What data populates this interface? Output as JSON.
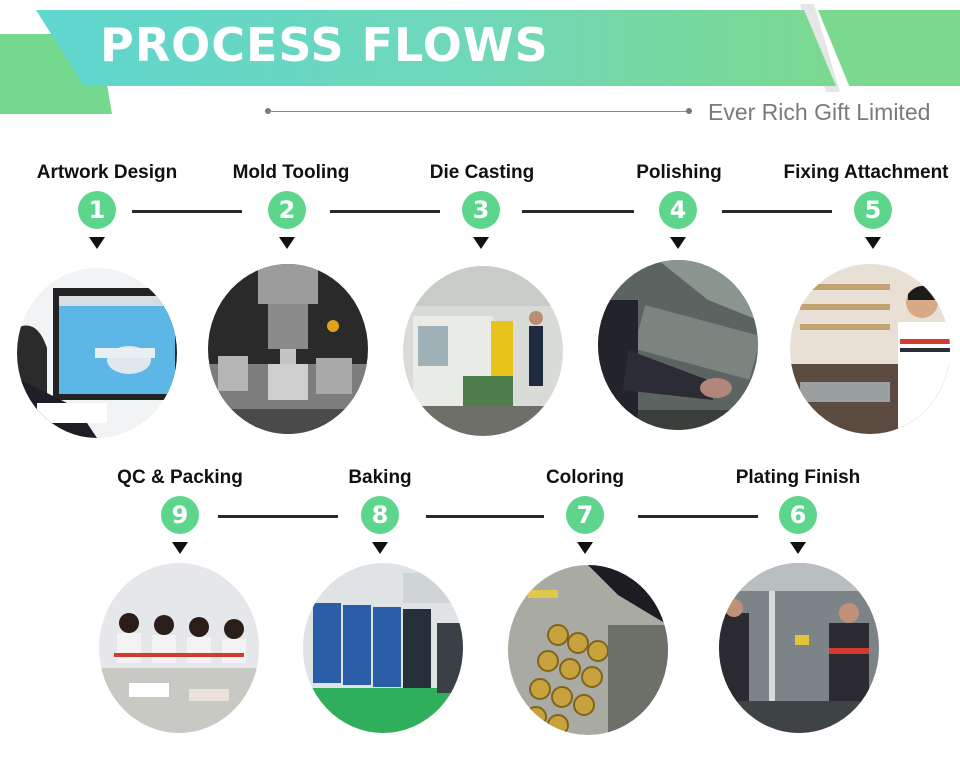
{
  "header": {
    "title": "PROCESS FLOWS",
    "company": "Ever Rich Gift Limited"
  },
  "colors": {
    "accent_green": "#5ed58d",
    "banner_teal": "#5fd6cf",
    "banner_green": "#7bd98f"
  },
  "steps": [
    {
      "number": "1",
      "label": "Artwork Design",
      "image": "designer-at-computer"
    },
    {
      "number": "2",
      "label": "Mold Tooling",
      "image": "cnc-milling-machine"
    },
    {
      "number": "3",
      "label": "Die Casting",
      "image": "die-casting-machine"
    },
    {
      "number": "4",
      "label": "Polishing",
      "image": "hands-polishing-tray"
    },
    {
      "number": "5",
      "label": "Fixing Attachment",
      "image": "worker-fixing-attachments"
    },
    {
      "number": "6",
      "label": "Plating Finish",
      "image": "plating-line-workers"
    },
    {
      "number": "7",
      "label": "Coloring",
      "image": "coloring-coins"
    },
    {
      "number": "8",
      "label": "Baking",
      "image": "baking-ovens"
    },
    {
      "number": "9",
      "label": "QC & Packing",
      "image": "qc-packing-team"
    }
  ]
}
